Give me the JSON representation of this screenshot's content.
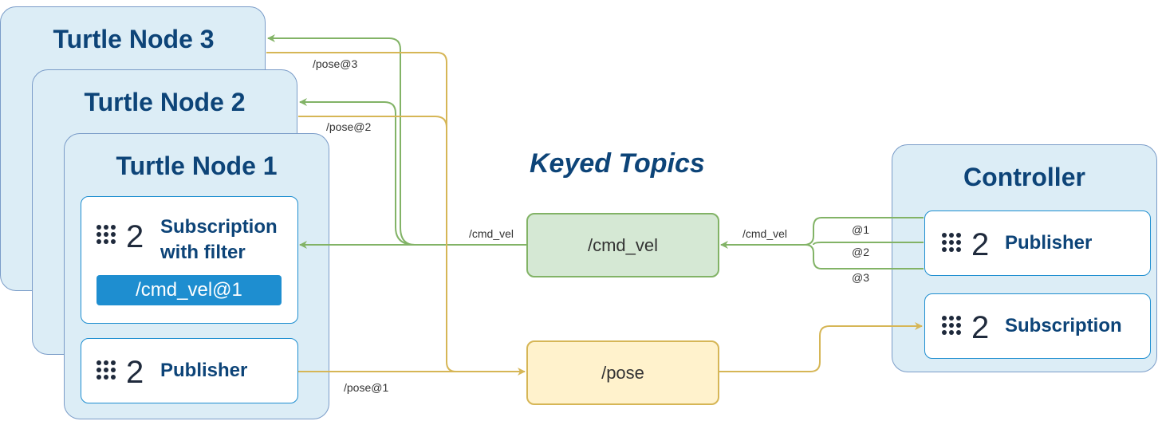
{
  "title": "Keyed Topics",
  "colors": {
    "node_fill": "#dcedf6",
    "node_border": "#7a9cc8",
    "accent_blue": "#1e8ed0",
    "title_blue": "#0d4478",
    "cmd_green": "#82b366",
    "pose_yellow": "#d6b656"
  },
  "turtle_nodes": [
    {
      "title": "Turtle Node 3"
    },
    {
      "title": "Turtle Node 2"
    },
    {
      "title": "Turtle Node 1",
      "subscription": {
        "icon": "zenoh-id-icon",
        "icon_text": "2",
        "label_line1": "Subscription",
        "label_line2": "with filter",
        "filter": "/cmd_vel@1"
      },
      "publisher": {
        "icon": "zenoh-id-icon",
        "icon_text": "2",
        "label": "Publisher"
      }
    }
  ],
  "topics": {
    "cmd_vel": "/cmd_vel",
    "pose": "/pose"
  },
  "controller": {
    "title": "Controller",
    "publisher": {
      "icon": "zenoh-id-icon",
      "icon_text": "2",
      "label": "Publisher"
    },
    "subscription": {
      "icon": "zenoh-id-icon",
      "icon_text": "2",
      "label": "Subscription"
    }
  },
  "edge_labels": {
    "pose3": "/pose@3",
    "pose2": "/pose@2",
    "pose1": "/pose@1",
    "cmd_vel_left": "/cmd_vel",
    "cmd_vel_right": "/cmd_vel",
    "key1": "@1",
    "key2": "@2",
    "key3": "@3"
  }
}
